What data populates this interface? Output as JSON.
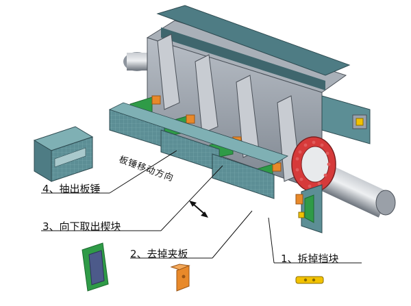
{
  "labels": {
    "step1": "1、拆掉挡块",
    "step2": "2、去掉夹板",
    "step3": "3、向下取出楔块",
    "step4": "4、抽出板锤",
    "direction": "板锤移动方向"
  },
  "colors": {
    "teal": "#4f7f86",
    "teal_light": "#6fa3a8",
    "grey": "#9aa2ad",
    "grey_dark": "#5b626c",
    "green": "#2f9b47",
    "orange": "#e8892a",
    "red": "#d63a3a",
    "yellow": "#f2c200"
  }
}
